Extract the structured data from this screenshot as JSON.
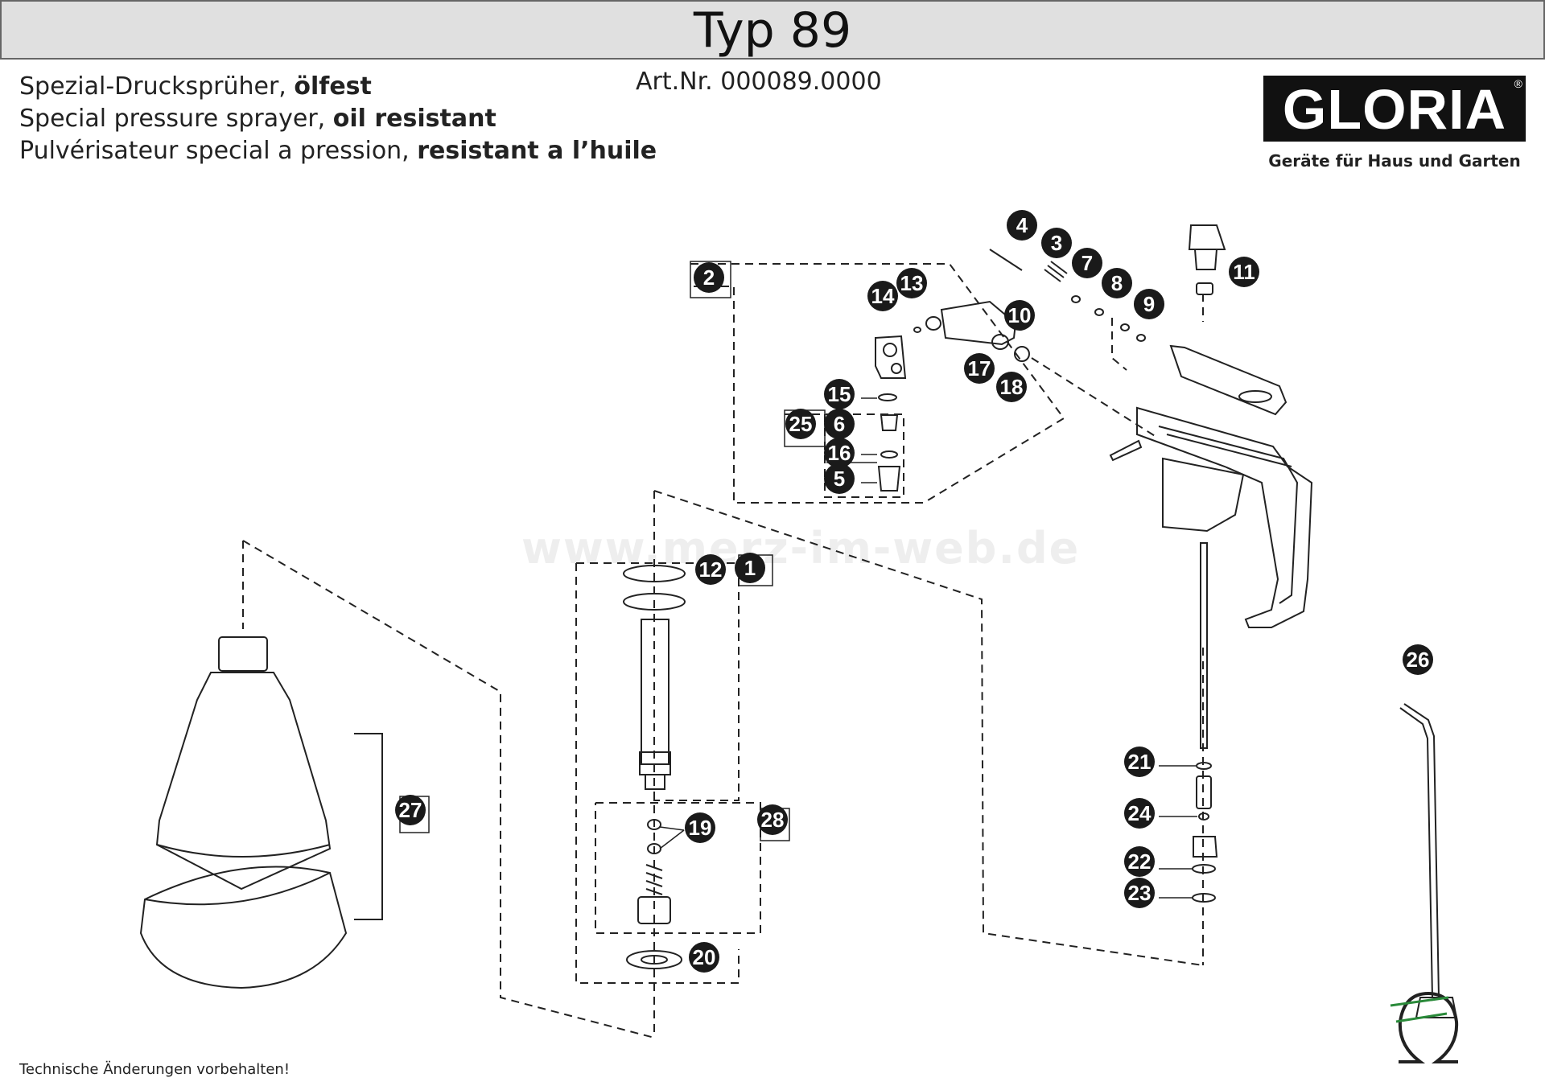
{
  "title": "Typ 89",
  "header": {
    "line1_normal": "Spezial-Drucksprüher, ",
    "line1_bold": "ölfest",
    "line2_normal": "Special pressure sprayer, ",
    "line2_bold": "oil resistant",
    "line3_normal": "Pulvérisateur special a pression, ",
    "line3_bold": "resistant a l’huile",
    "article_number": "Art.Nr. 000089.0000"
  },
  "logo": {
    "brand": "GLORIA",
    "registered": "®",
    "tagline": "Geräte für Haus und Garten"
  },
  "watermark": "www.merz-im-web.de",
  "footer": "Technische Änderungen vorbehalten!",
  "colors": {
    "title_bar": "#e0e0e0",
    "callout": "#1a1a1a",
    "logo_bg": "#111111"
  },
  "callouts": [
    {
      "id": "c1",
      "label": "1"
    },
    {
      "id": "c2",
      "label": "2"
    },
    {
      "id": "c3",
      "label": "3"
    },
    {
      "id": "c4",
      "label": "4"
    },
    {
      "id": "c5",
      "label": "5"
    },
    {
      "id": "c6",
      "label": "6"
    },
    {
      "id": "c7",
      "label": "7"
    },
    {
      "id": "c8",
      "label": "8"
    },
    {
      "id": "c9",
      "label": "9"
    },
    {
      "id": "c10",
      "label": "10"
    },
    {
      "id": "c11",
      "label": "11"
    },
    {
      "id": "c12",
      "label": "12"
    },
    {
      "id": "c13",
      "label": "13"
    },
    {
      "id": "c14",
      "label": "14"
    },
    {
      "id": "c15",
      "label": "15"
    },
    {
      "id": "c16",
      "label": "16"
    },
    {
      "id": "c17",
      "label": "17"
    },
    {
      "id": "c18",
      "label": "18"
    },
    {
      "id": "c19",
      "label": "19"
    },
    {
      "id": "c20",
      "label": "20"
    },
    {
      "id": "c21",
      "label": "21"
    },
    {
      "id": "c22",
      "label": "22"
    },
    {
      "id": "c23",
      "label": "23"
    },
    {
      "id": "c24",
      "label": "24"
    },
    {
      "id": "c25",
      "label": "25"
    },
    {
      "id": "c26",
      "label": "26"
    },
    {
      "id": "c27",
      "label": "27"
    },
    {
      "id": "c28",
      "label": "28"
    }
  ]
}
